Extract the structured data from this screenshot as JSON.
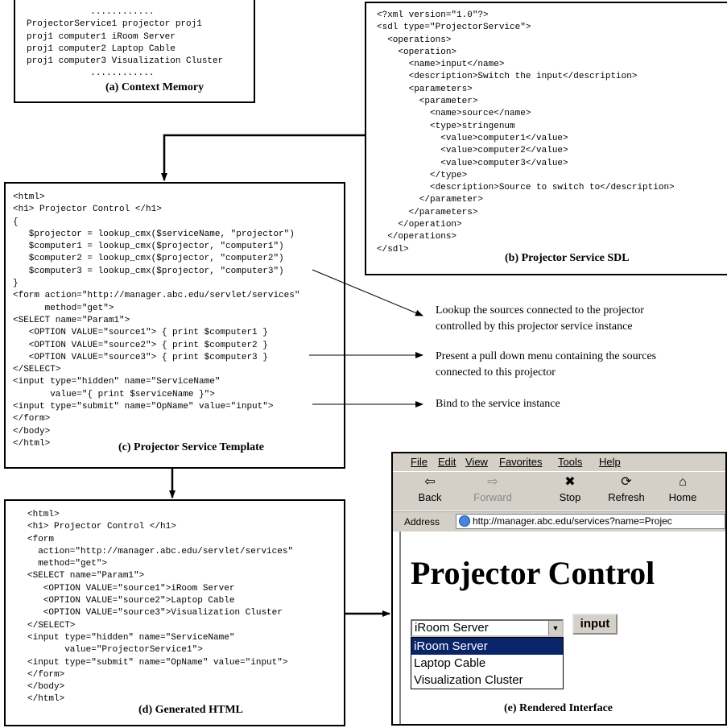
{
  "context_memory": {
    "lines": [
      "            ............",
      "ProjectorService1 projector proj1",
      "proj1 computer1 iRoom Server",
      "proj1 computer2 Laptop Cable",
      "proj1 computer3 Visualization Cluster",
      "            ............"
    ],
    "caption": "(a) Context Memory"
  },
  "sdl": {
    "lines": [
      "<?xml version=\"1.0\"?>",
      "<sdl type=\"ProjectorService\">",
      "  <operations>",
      "    <operation>",
      "      <name>input</name>",
      "      <description>Switch the input</description>",
      "      <parameters>",
      "        <parameter>",
      "          <name>source</name>",
      "          <type>stringenum",
      "            <value>computer1</value>",
      "            <value>computer2</value>",
      "            <value>computer3</value>",
      "          </type>",
      "          <description>Source to switch to</description>",
      "        </parameter>",
      "      </parameters>",
      "    </operation>",
      "  </operations>",
      "</sdl>"
    ],
    "caption": "(b) Projector Service SDL"
  },
  "template": {
    "lines": [
      "<html>",
      "<h1> Projector Control </h1>",
      "{",
      "   $projector = lookup_cmx($serviceName, \"projector\")",
      "   $computer1 = lookup_cmx($projector, \"computer1\")",
      "   $computer2 = lookup_cmx($projector, \"computer2\")",
      "   $computer3 = lookup_cmx($projector, \"computer3\")",
      "}",
      "<form action=\"http://manager.abc.edu/servlet/services\"",
      "      method=\"get\">",
      "<SELECT name=\"Param1\">",
      "   <OPTION VALUE=\"source1\"> { print $computer1 }",
      "   <OPTION VALUE=\"source2\"> { print $computer2 }",
      "   <OPTION VALUE=\"source3\"> { print $computer3 }",
      "</SELECT>",
      "<input type=\"hidden\" name=\"ServiceName\"",
      "       value=\"{ print $serviceName }\">",
      "<input type=\"submit\" name=\"OpName\" value=\"input\">",
      "</form>",
      "</body>",
      "</html>"
    ],
    "caption": "(c) Projector Service Template"
  },
  "generated": {
    "lines": [
      "<html>",
      "<h1> Projector Control </h1>",
      "<form",
      "  action=\"http://manager.abc.edu/servlet/services\"",
      "  method=\"get\">",
      "<SELECT name=\"Param1\">",
      "   <OPTION VALUE=\"source1\">iRoom Server",
      "   <OPTION VALUE=\"source2\">Laptop Cable",
      "   <OPTION VALUE=\"source3\">Visualization Cluster",
      "</SELECT>",
      "<input type=\"hidden\" name=\"ServiceName\"",
      "       value=\"ProjectorService1\">",
      "<input type=\"submit\" name=\"OpName\" value=\"input\">",
      "</form>",
      "</body>",
      "</html>"
    ],
    "caption": "(d) Generated HTML"
  },
  "annotations": {
    "lookup": "Lookup the sources connected to the projector\ncontrolled by this projector service instance",
    "pulldown": "Present a pull down menu containing the sources\nconnected to this projector",
    "bind": "Bind to the service instance"
  },
  "browser": {
    "menu": [
      "File",
      "Edit",
      "View",
      "Favorites",
      "Tools",
      "Help"
    ],
    "toolbar": [
      {
        "label": "Back",
        "icon": "back-arrow-icon",
        "glyph": "⇦",
        "enabled": true
      },
      {
        "label": "Forward",
        "icon": "forward-arrow-icon",
        "glyph": "⇨",
        "enabled": false
      },
      {
        "label": "Stop",
        "icon": "stop-icon",
        "glyph": "✖",
        "enabled": true
      },
      {
        "label": "Refresh",
        "icon": "refresh-icon",
        "glyph": "⟳",
        "enabled": true
      },
      {
        "label": "Home",
        "icon": "home-icon",
        "glyph": "⌂",
        "enabled": true
      }
    ],
    "address_label": "Address",
    "address_url": "http://manager.abc.edu/services?name=Projec",
    "page_title": "Projector Control",
    "select_value": "iRoom Server",
    "submit_label": "input",
    "options": [
      "iRoom Server",
      "Laptop Cable",
      "Visualization Cluster"
    ],
    "selected_option": 0,
    "caption": "(e) Rendered Interface"
  }
}
